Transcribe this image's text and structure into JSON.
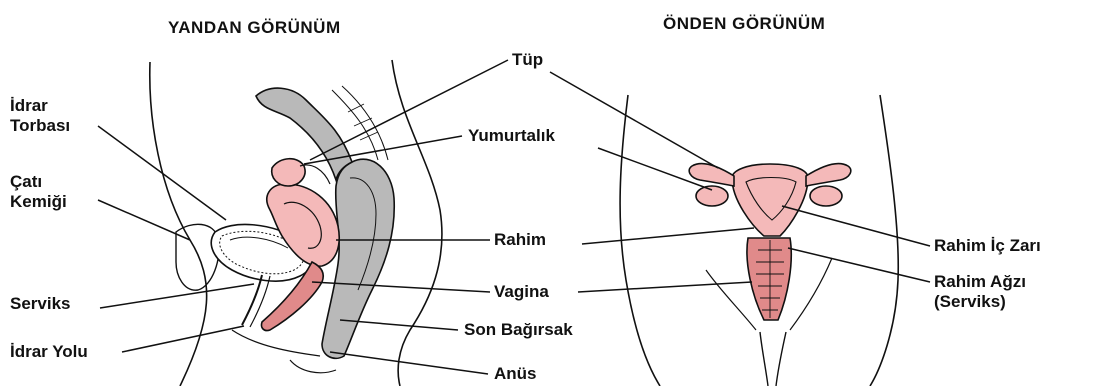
{
  "headings": {
    "side_view": "YANDAN GÖRÜNÜM",
    "front_view": "ÖNDEN GÖRÜNÜM"
  },
  "labels": {
    "tup": "Tüp",
    "idrar_torbasi_line1": "İdrar",
    "idrar_torbasi_line2": "Torbası",
    "yumurtalik": "Yumurtalık",
    "cati_line1": "Çatı",
    "cati_line2": "Kemiği",
    "rahim": "Rahim",
    "rahim_ic_zari": "Rahim İç Zarı",
    "serviks": "Serviks",
    "vagina": "Vagina",
    "rahim_agzi_line1": "Rahim Ağzı",
    "rahim_agzi_line2": "(Serviks)",
    "idrar_yolu": "İdrar Yolu",
    "son_bagirsak": "Son Bağırsak",
    "anus": "Anüs"
  },
  "colors": {
    "organ_pink": "#f4b9b9",
    "organ_pink_dark": "#e08a8a",
    "bowel_gray": "#b9b9b9",
    "line": "#111111"
  }
}
